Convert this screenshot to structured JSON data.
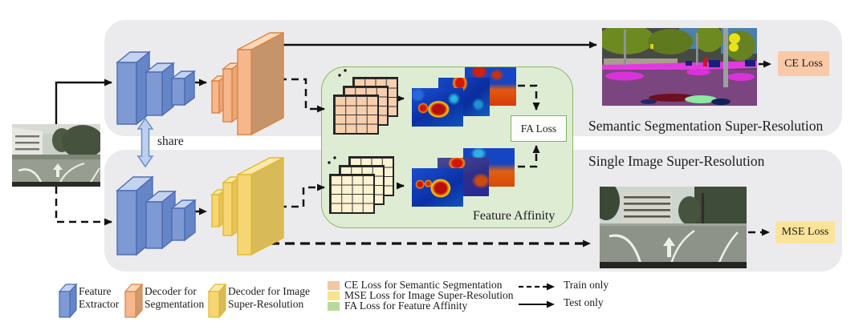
{
  "diagram": {
    "share_label": "share",
    "sssr_title": "Semantic Segmentation Super-Resolution",
    "sisr_title": "Single Image Super-Resolution",
    "feature_affinity_title": "Feature Affinity",
    "fa_loss_label": "FA Loss",
    "ce_loss_label": "CE Loss",
    "mse_loss_label": "MSE Loss"
  },
  "colors": {
    "panel_gray": "#ebebee",
    "feature_affinity_fill": "#deecd4",
    "feature_affinity_border": "#8ab863",
    "ce_loss_fill": "#f9c9a8",
    "mse_loss_fill": "#fbe499",
    "blue_block": "#7e99d3",
    "orange_block": "#f5b88c",
    "yellow_block": "#f6d673"
  },
  "legend": {
    "blocks": [
      {
        "line1": "Feature",
        "line2": "Extractor",
        "color": "#7e99d3"
      },
      {
        "line1": "Decoder for",
        "line2": "Segmentation",
        "color": "#f5b88c"
      },
      {
        "line1": "Decoder for Image",
        "line2": "Super-Resolution",
        "color": "#f6d673"
      }
    ],
    "loss_swatches": [
      {
        "label": "CE Loss for Semantic Segmentation",
        "color": "#f6c5a3"
      },
      {
        "label": "MSE Loss for Image Super-Resolution",
        "color": "#fbe28e"
      },
      {
        "label": "FA Loss for Feature Affinity",
        "color": "#b8d8a0"
      }
    ],
    "arrows": [
      {
        "label": "Train only",
        "style": "dashed"
      },
      {
        "label": "Test only",
        "style": "solid"
      }
    ]
  }
}
